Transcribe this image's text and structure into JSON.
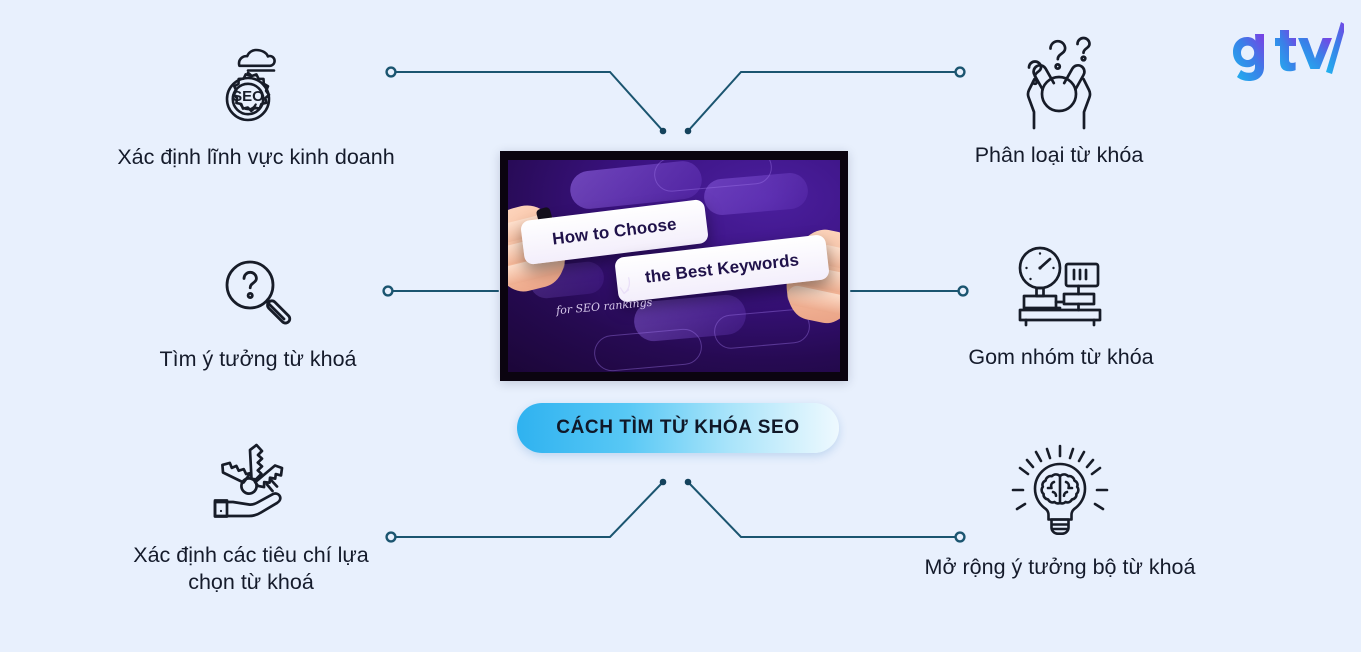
{
  "background_color": "#e8f0fd",
  "connector_color": "#1b5570",
  "logo": {
    "name": "gtv-logo",
    "text": "gtv",
    "gradient_start": "#23c2f0",
    "gradient_end": "#6a3de8"
  },
  "center": {
    "media_name": "video-thumbnail",
    "card_line_1": "How to Choose",
    "card_line_2": "the Best Keywords",
    "handwritten_note": "for SEO rankings"
  },
  "pill": {
    "label": "CÁCH TÌM TỪ KHÓA SEO",
    "gradient_start": "#2fb2f0",
    "gradient_end": "#eef9fe"
  },
  "nodes": [
    {
      "id": "top-left",
      "icon": "seo-gear-cloud-icon",
      "label": "Xác định lĩnh vực kinh doanh"
    },
    {
      "id": "middle-left",
      "icon": "magnifier-question-icon",
      "label": "Tìm ý tưởng từ khoá"
    },
    {
      "id": "bottom-left",
      "icon": "hand-keys-icon",
      "label": "Xác định các tiêu chí lựa\nchọn từ khoá"
    },
    {
      "id": "top-right",
      "icon": "person-questions-icon",
      "label": "Phân loại từ khóa"
    },
    {
      "id": "middle-right",
      "icon": "gauge-server-icon",
      "label": "Gom nhóm từ khóa"
    },
    {
      "id": "bottom-right",
      "icon": "lightbulb-brain-icon",
      "label": "Mở rộng ý tưởng bộ từ khoá"
    }
  ]
}
